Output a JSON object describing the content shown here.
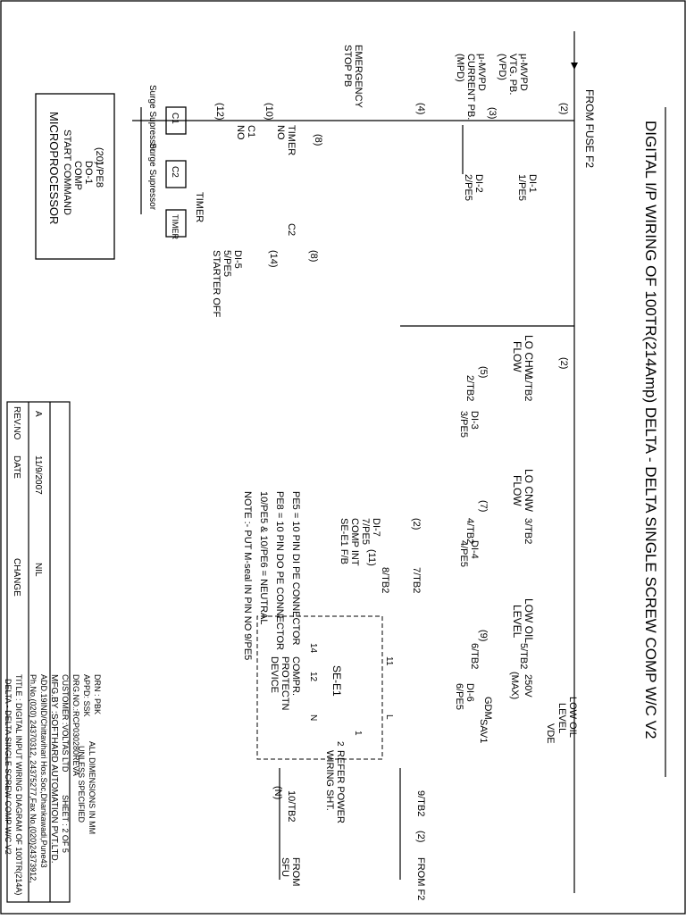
{
  "title": "DIGITAL I/P WIRING  OF 100TR(214Amp)  DELTA - DELTA SINGLE SCREW COMP W/C V2",
  "source": {
    "from_fuse": "FROM  FUSE F2",
    "from_f2": "FROM F2",
    "from_sfu": "FROM",
    "sfu": "SFU"
  },
  "wires": {
    "w2": "(2)",
    "w3": "(3)",
    "w4": "(4)",
    "w5": "(5)",
    "w7": "(7)",
    "w8": "(8)",
    "w9": "(9)",
    "w10": "(10)",
    "w11": "(11)",
    "w12": "(12)",
    "w14": "(14)",
    "w20": "(20)",
    "wn": "(N)",
    "w2b": "(2)"
  },
  "devices": {
    "vtg_pb": [
      "μ-MVPD",
      "VTG. PB.",
      "(VPD)"
    ],
    "current_pb": [
      "μ-MVPD",
      "CURRENT PB.",
      "(MPD)"
    ],
    "emergency": [
      "EMERGENCY",
      "STOP PB"
    ],
    "di1": [
      "DI-1",
      "1/PE5"
    ],
    "di2": [
      "DI-2",
      "2/PE5"
    ],
    "c1": [
      "C1",
      "NO"
    ],
    "timer_no": [
      "TIMER",
      "NO"
    ],
    "surge1": "Surge Supressor",
    "surge2": "Surge Supressor",
    "c1_coil": "C1",
    "c2_coil": "C2",
    "timer_coil": "TIMER",
    "timer_label": "TIMER",
    "c2": "C2",
    "di5": [
      "DI-5",
      "5/PE5",
      "STARTER OFF"
    ],
    "micro": [
      "MICROPROCESSOR",
      "START COMMAND",
      "COMP",
      "DO-1",
      "1/PE8"
    ],
    "lo_chw": [
      "LO CHW",
      "FLOW"
    ],
    "tb1": "1/TB2",
    "tb2": "2/TB2",
    "di3": [
      "DI-3",
      "3/PE5"
    ],
    "lo_cnw": [
      "LO CNW",
      "FLOW"
    ],
    "tb3": "3/TB2",
    "tb4": "4/TB2",
    "di4": [
      "DI-4",
      "4/PE5"
    ],
    "low_oil": [
      "LOW OIL",
      "LEVEL"
    ],
    "tb5": "5/TB2",
    "tb6": "6/TB2",
    "di6": [
      "DI-6",
      "6/PE5"
    ],
    "v250": "250V",
    "max": "(MAX)",
    "low_oil_level": [
      "LOW OIL",
      "LEVEL"
    ],
    "gdm": "GDM",
    "sav1": "SAV1",
    "vde": "VDE",
    "di7": [
      "DI-7",
      "7/PE5",
      "COMP INT",
      "SE-E1 F/B"
    ],
    "tb7": "7/TB2",
    "tb8": "8/TB2",
    "tb9": "9/TB2",
    "tb10": "10/TB2",
    "se_e1": "SE-E1",
    "comp_protect": [
      "COMPR.",
      "PROTECTN",
      "DEVICE"
    ],
    "pins": {
      "p14": "14",
      "p12": "12",
      "pn": "N",
      "p11": "11",
      "pl": "L",
      "p1": "1",
      "p2": "2"
    },
    "refer": [
      "REFER POWER",
      "WIRING SHT."
    ]
  },
  "notes": [
    "PE5 = 10 PIN DI PE CONNECTOR",
    "PE8 = 10 PIN DO PE CONNECTOR",
    "10/PE5 & 10/PE6  = NEUTRAL",
    "NOTE :- PUT M-seal IN PIN NO 9/PE5"
  ],
  "revision": {
    "rev": "A",
    "date": "11/9/2007",
    "change": "NIL",
    "h_rev": "REV.NO",
    "h_date": "DATE",
    "h_change": "CHANGE"
  },
  "title_block": {
    "mfg": "MFG.BY :SOFTHARD AUTOMATION PVT.LTD.",
    "add": "ADD.19IND/Chittavihari Hos.Soc,Dhankawadi,Pune43",
    "ph": "Ph.No.(020) 24370312, 24375277,Fax No.(020)24373912,",
    "title1": "TITLE : DIGITAL INPUT WIRING DIAGRAM OF 100TR(214A)",
    "title2": "DELTA - DELTA SINGLE SCREW COMP W/C V2",
    "customer": "CUSTOMER :VOLTAS LTD",
    "sheet": "SHEET : 2 OF 5",
    "drg": "DRG.NO.:RCP030280REVA",
    "appd": "APPD: SSK",
    "drn": "DRN : PBK",
    "dims1": "ALL DIMENSIONS IN MM",
    "dims2": "UNLESS SPECIFIED"
  }
}
